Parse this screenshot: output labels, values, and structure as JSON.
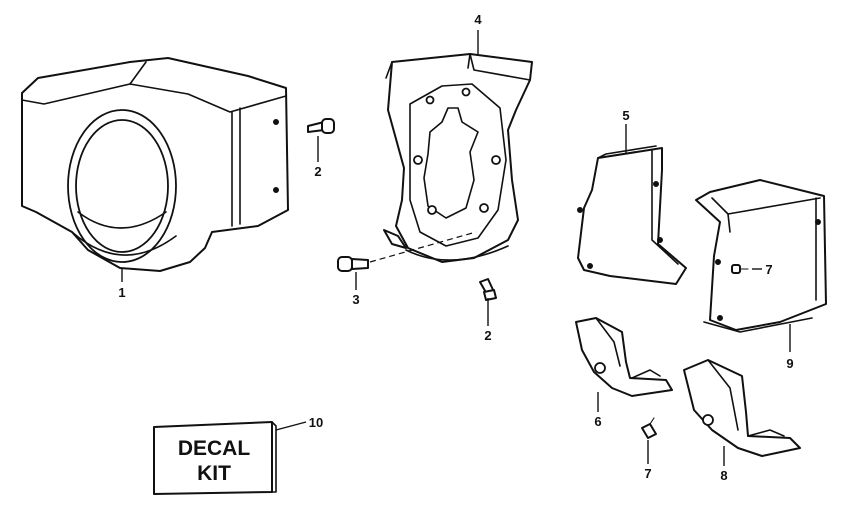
{
  "callouts": {
    "c1": "1",
    "c2a": "2",
    "c2b": "2",
    "c3": "3",
    "c4": "4",
    "c5": "5",
    "c6": "6",
    "c7a": "7",
    "c7b": "7",
    "c8": "8",
    "c9": "9",
    "c10": "10"
  },
  "decal": {
    "line1": "DECAL",
    "line2": "KIT"
  }
}
